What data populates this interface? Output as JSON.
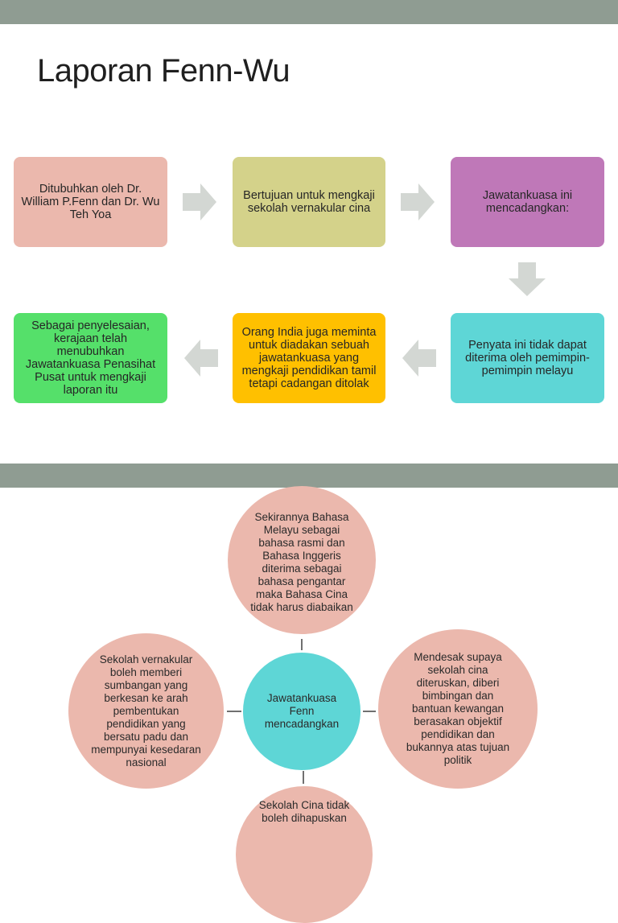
{
  "slide1": {
    "title": "Laporan Fenn-Wu",
    "flow": [
      {
        "text": "Ditubuhkan oleh Dr. William P.Fenn dan Dr. Wu Teh Yoa",
        "color": "#ebb8ad"
      },
      {
        "text": "Bertujuan untuk mengkaji sekolah vernakular cina",
        "color": "#d4d28a"
      },
      {
        "text": "Jawatankuasa ini mencadangkan:",
        "color": "#bf78b8"
      },
      {
        "text": "Penyata ini tidak dapat diterima oleh pemimpin-pemimpin melayu",
        "color": "#5ed6d6"
      },
      {
        "text": "Orang India juga meminta untuk diadakan sebuah jawatankuasa yang mengkaji pendidikan tamil tetapi cadangan ditolak",
        "color": "#ffc000"
      },
      {
        "text": "Sebagai penyelesaian, kerajaan telah menubuhkan Jawatankuasa Penasihat Pusat untuk mengkaji laporan itu",
        "color": "#55e06a"
      }
    ],
    "arrow_color": "#d3d7d3"
  },
  "slide2": {
    "center": {
      "text": "Jawatankuasa Fenn mencadangkan",
      "color": "#5ed6d6"
    },
    "top": {
      "text": "Sekirannya Bahasa Melayu sebagai bahasa rasmi dan Bahasa Inggeris diterima sebagai bahasa pengantar maka Bahasa Cina tidak harus diabaikan",
      "color": "#ebb8ad"
    },
    "left": {
      "text": "Sekolah vernakular boleh memberi sumbangan yang berkesan ke arah pembentukan pendidikan yang bersatu padu dan mempunyai kesedaran nasional",
      "color": "#ebb8ad"
    },
    "right": {
      "text": "Mendesak supaya sekolah cina diteruskan, diberi bimbingan dan bantuan kewangan berasakan objektif pendidikan dan bukannya atas tujuan politik",
      "color": "#ebb8ad"
    },
    "bottom": {
      "text": "Sekolah Cina tidak boleh dihapuskan",
      "color": "#ebb8ad"
    }
  }
}
